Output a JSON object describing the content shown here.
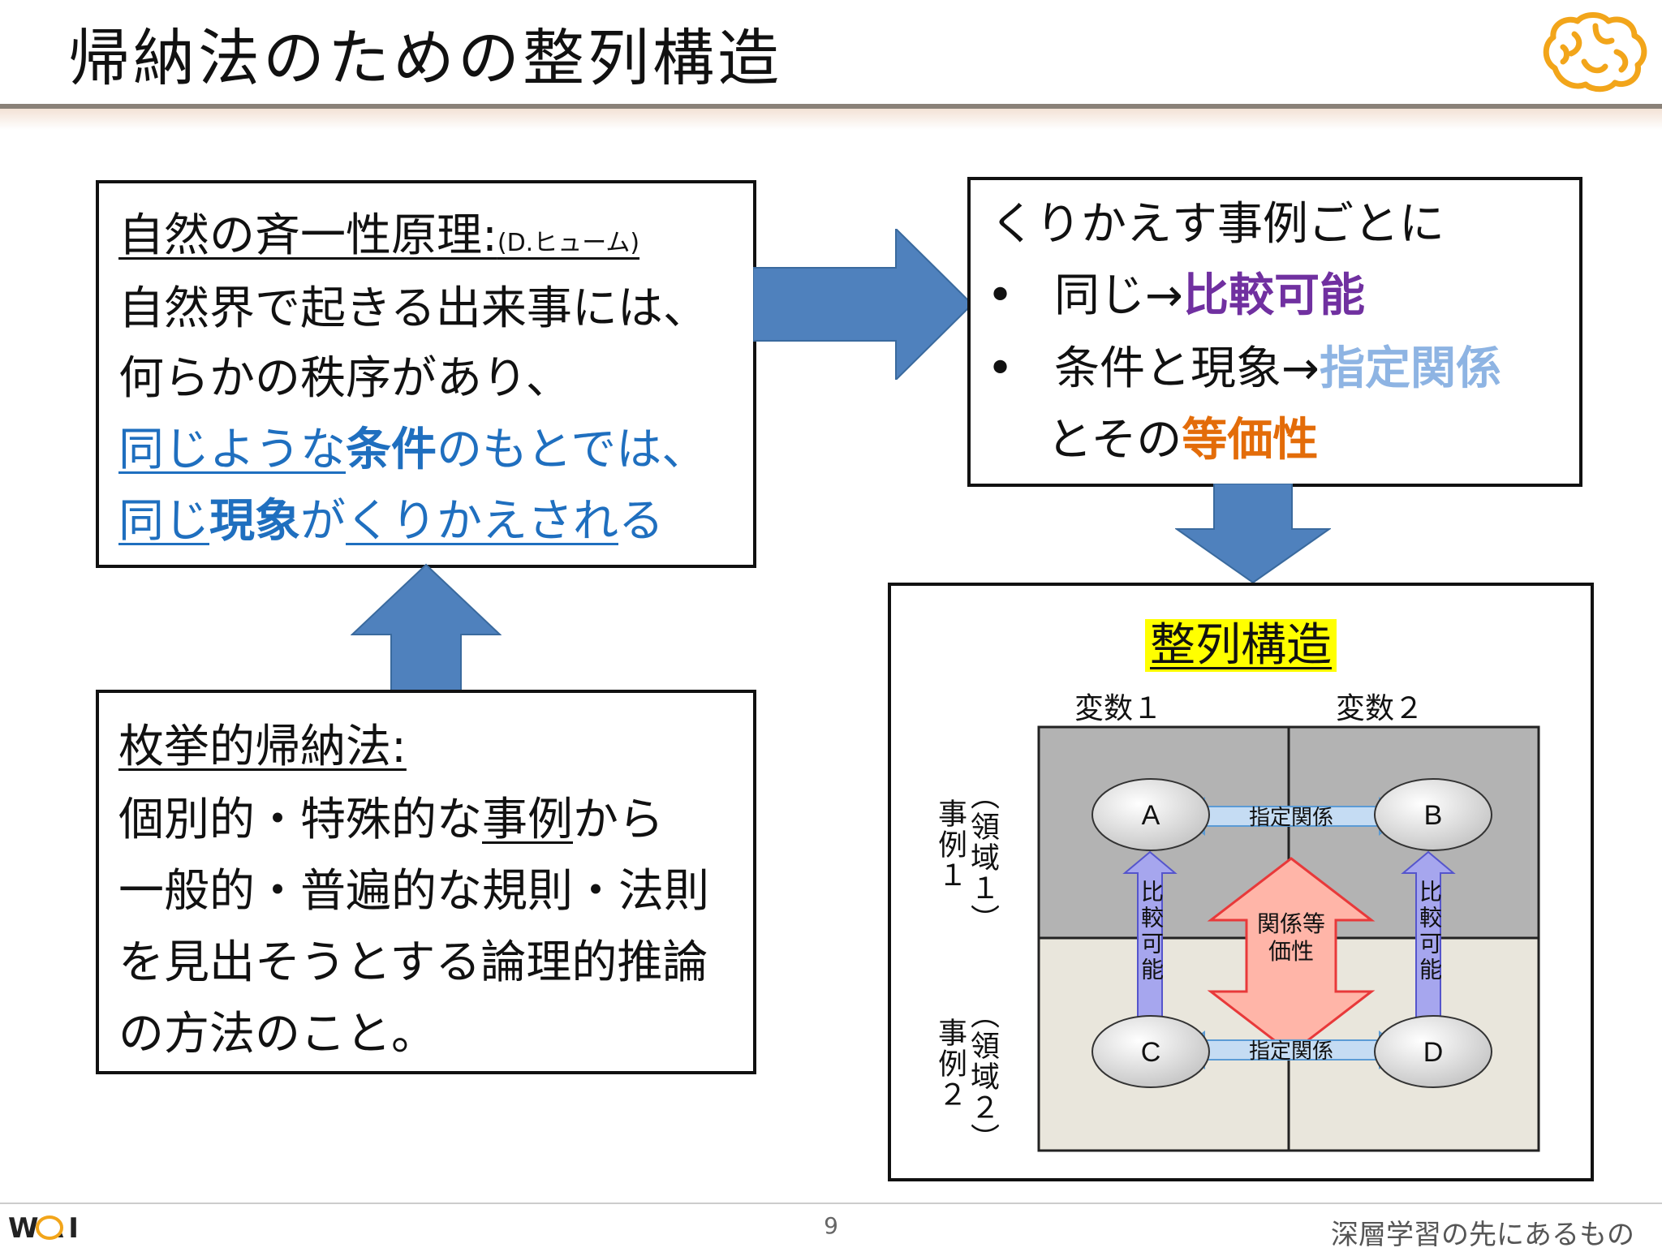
{
  "slide": {
    "title": "帰納法のための整列構造",
    "page_number": "9",
    "footer_text": "深層学習の先にあるもの",
    "footer_logo_text": "WAI"
  },
  "box1": {
    "heading": "自然の斉一性原理",
    "heading_colon": ":",
    "heading_note": "(D.ヒューム)",
    "line2": "自然界で起きる出来事には、",
    "line3": "何らかの秩序があり、",
    "line4": {
      "a": "同じような",
      "b": "条件",
      "c": "のもとでは、"
    },
    "line5": {
      "a": "同じ",
      "b": "現象",
      "c": "が",
      "d": "くりかえされ",
      "e": "る"
    }
  },
  "box2": {
    "line1": "くりかえす事例ごとに",
    "bullet": "•",
    "item1": {
      "a": "同じ→",
      "b": "比較可能"
    },
    "item2": {
      "a": "条件と現象→",
      "b": "指定関係"
    },
    "item3": {
      "a": "とその",
      "b": "等価性"
    }
  },
  "box3": {
    "heading": "枚挙的帰納法",
    "heading_colon": ":",
    "line2": {
      "a": "個別的・特殊的な",
      "b": "事例",
      "c": "から"
    },
    "line3": "一般的・普遍的な規則・法則",
    "line4": "を見出そうとする論理的推論",
    "line5": "の方法のこと。"
  },
  "diagram": {
    "title": "整列構造",
    "var1": "変数１",
    "var2": "変数２",
    "case1": "事例１",
    "case1_domain": "（領域１）",
    "case2": "事例２",
    "case2_domain": "（領域２）",
    "node_a": "A",
    "node_b": "B",
    "node_c": "C",
    "node_d": "D",
    "rel_top": "指定関係",
    "rel_bottom": "指定関係",
    "cmp_left": "比較可能",
    "cmp_right": "比較可能",
    "equiv_line1": "関係等",
    "equiv_line2": "価性"
  },
  "colors": {
    "arrow_blue": "#4f81bd",
    "highlight_blue": "#1f6fbf",
    "purple": "#7030a0",
    "light_blue": "#8eb4e3",
    "orange": "#e36c09",
    "yellow": "#ffff00",
    "top_row_gray": "#b3b3b3",
    "bottom_row_beige": "#e9e6dc",
    "rel_arrow_fill": "#c5dcf3",
    "cmp_arrow_fill": "#a6a6ee",
    "equiv_fill": "#ffb5a8"
  }
}
